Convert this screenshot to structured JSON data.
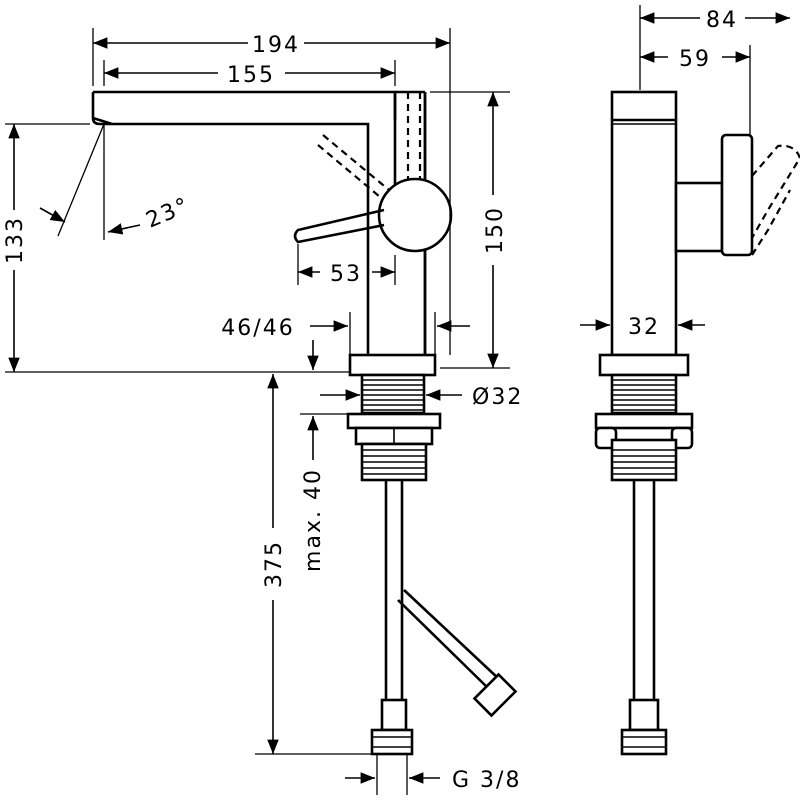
{
  "dimensions": {
    "spout_reach_total": "194",
    "spout_reach": "155",
    "spout_height": "133",
    "spout_angle": "23°",
    "lever_length": "53",
    "body_height": "150",
    "base_diameter": "46/46",
    "shank_diameter": "Ø32",
    "shank_length": "375",
    "max_thickness": "max. 40",
    "connection": "G 3/8",
    "side_depth_total": "84",
    "side_depth_handle": "59",
    "side_body_width": "32"
  },
  "colors": {
    "line": "#000000",
    "background": "#ffffff"
  }
}
